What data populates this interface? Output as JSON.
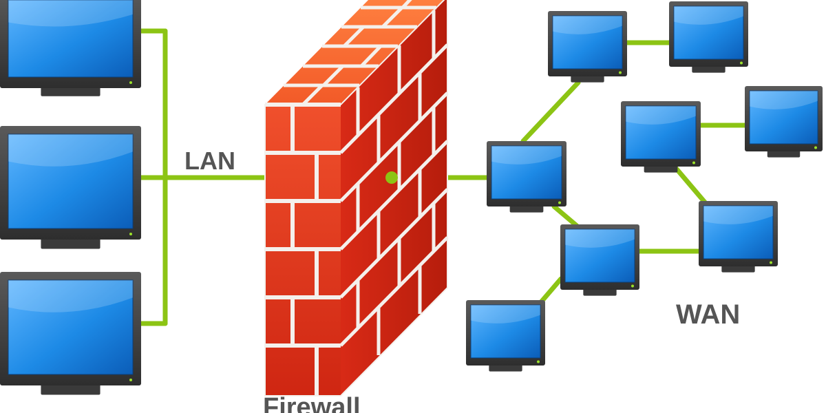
{
  "labels": {
    "lan": "LAN",
    "wan": "WAN",
    "firewall": "Firewall"
  },
  "colors": {
    "link": "#8cc414",
    "brick": "#e4341c",
    "mortar": "#f4f0ec",
    "monitor_frame": "#404040",
    "screen": "#1e88e5",
    "label_text": "#555555"
  },
  "icons": [
    "monitor-icon",
    "brick-wall-icon",
    "connection-node-icon"
  ]
}
